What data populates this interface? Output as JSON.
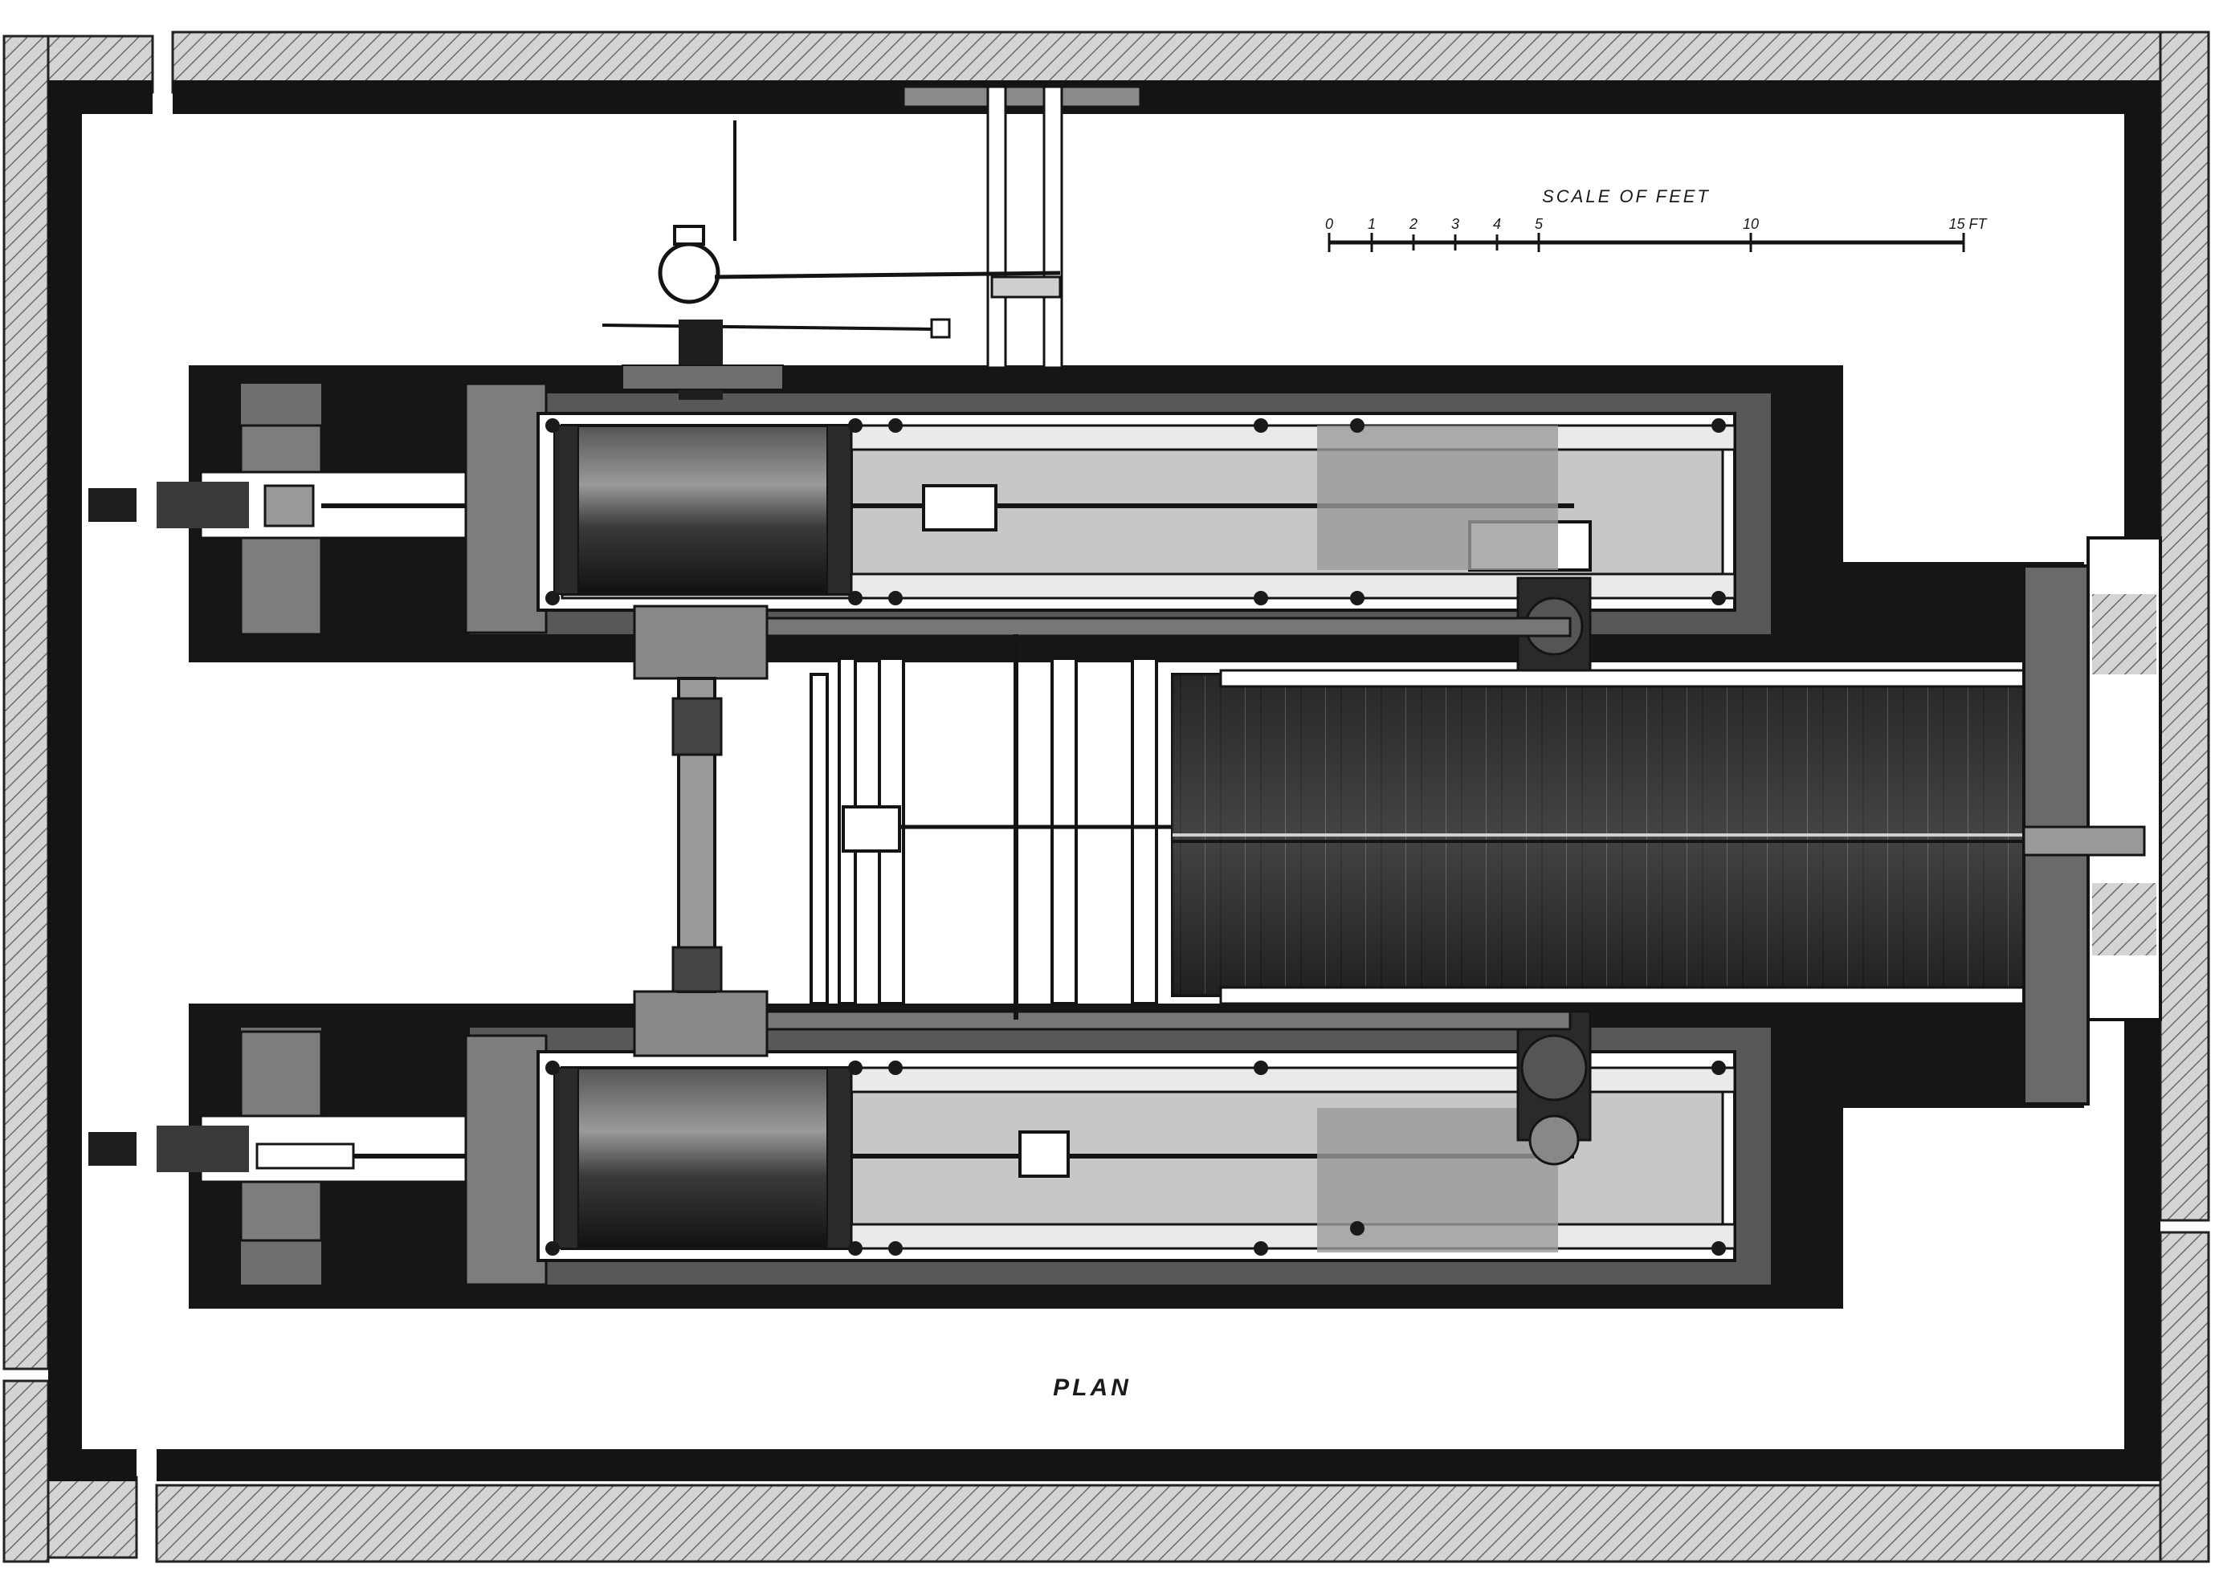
{
  "caption": "PLAN",
  "scale_bar": {
    "title": "SCALE OF FEET",
    "ticks": [
      "0",
      "1",
      "2",
      "3",
      "4",
      "5",
      "10",
      "15 FT"
    ]
  },
  "colors": {
    "ink": "#141414",
    "paper": "#ffffff",
    "masonry": "#c9c9c9",
    "shade": "#4a4a4a",
    "mid": "#7a7a7a"
  }
}
